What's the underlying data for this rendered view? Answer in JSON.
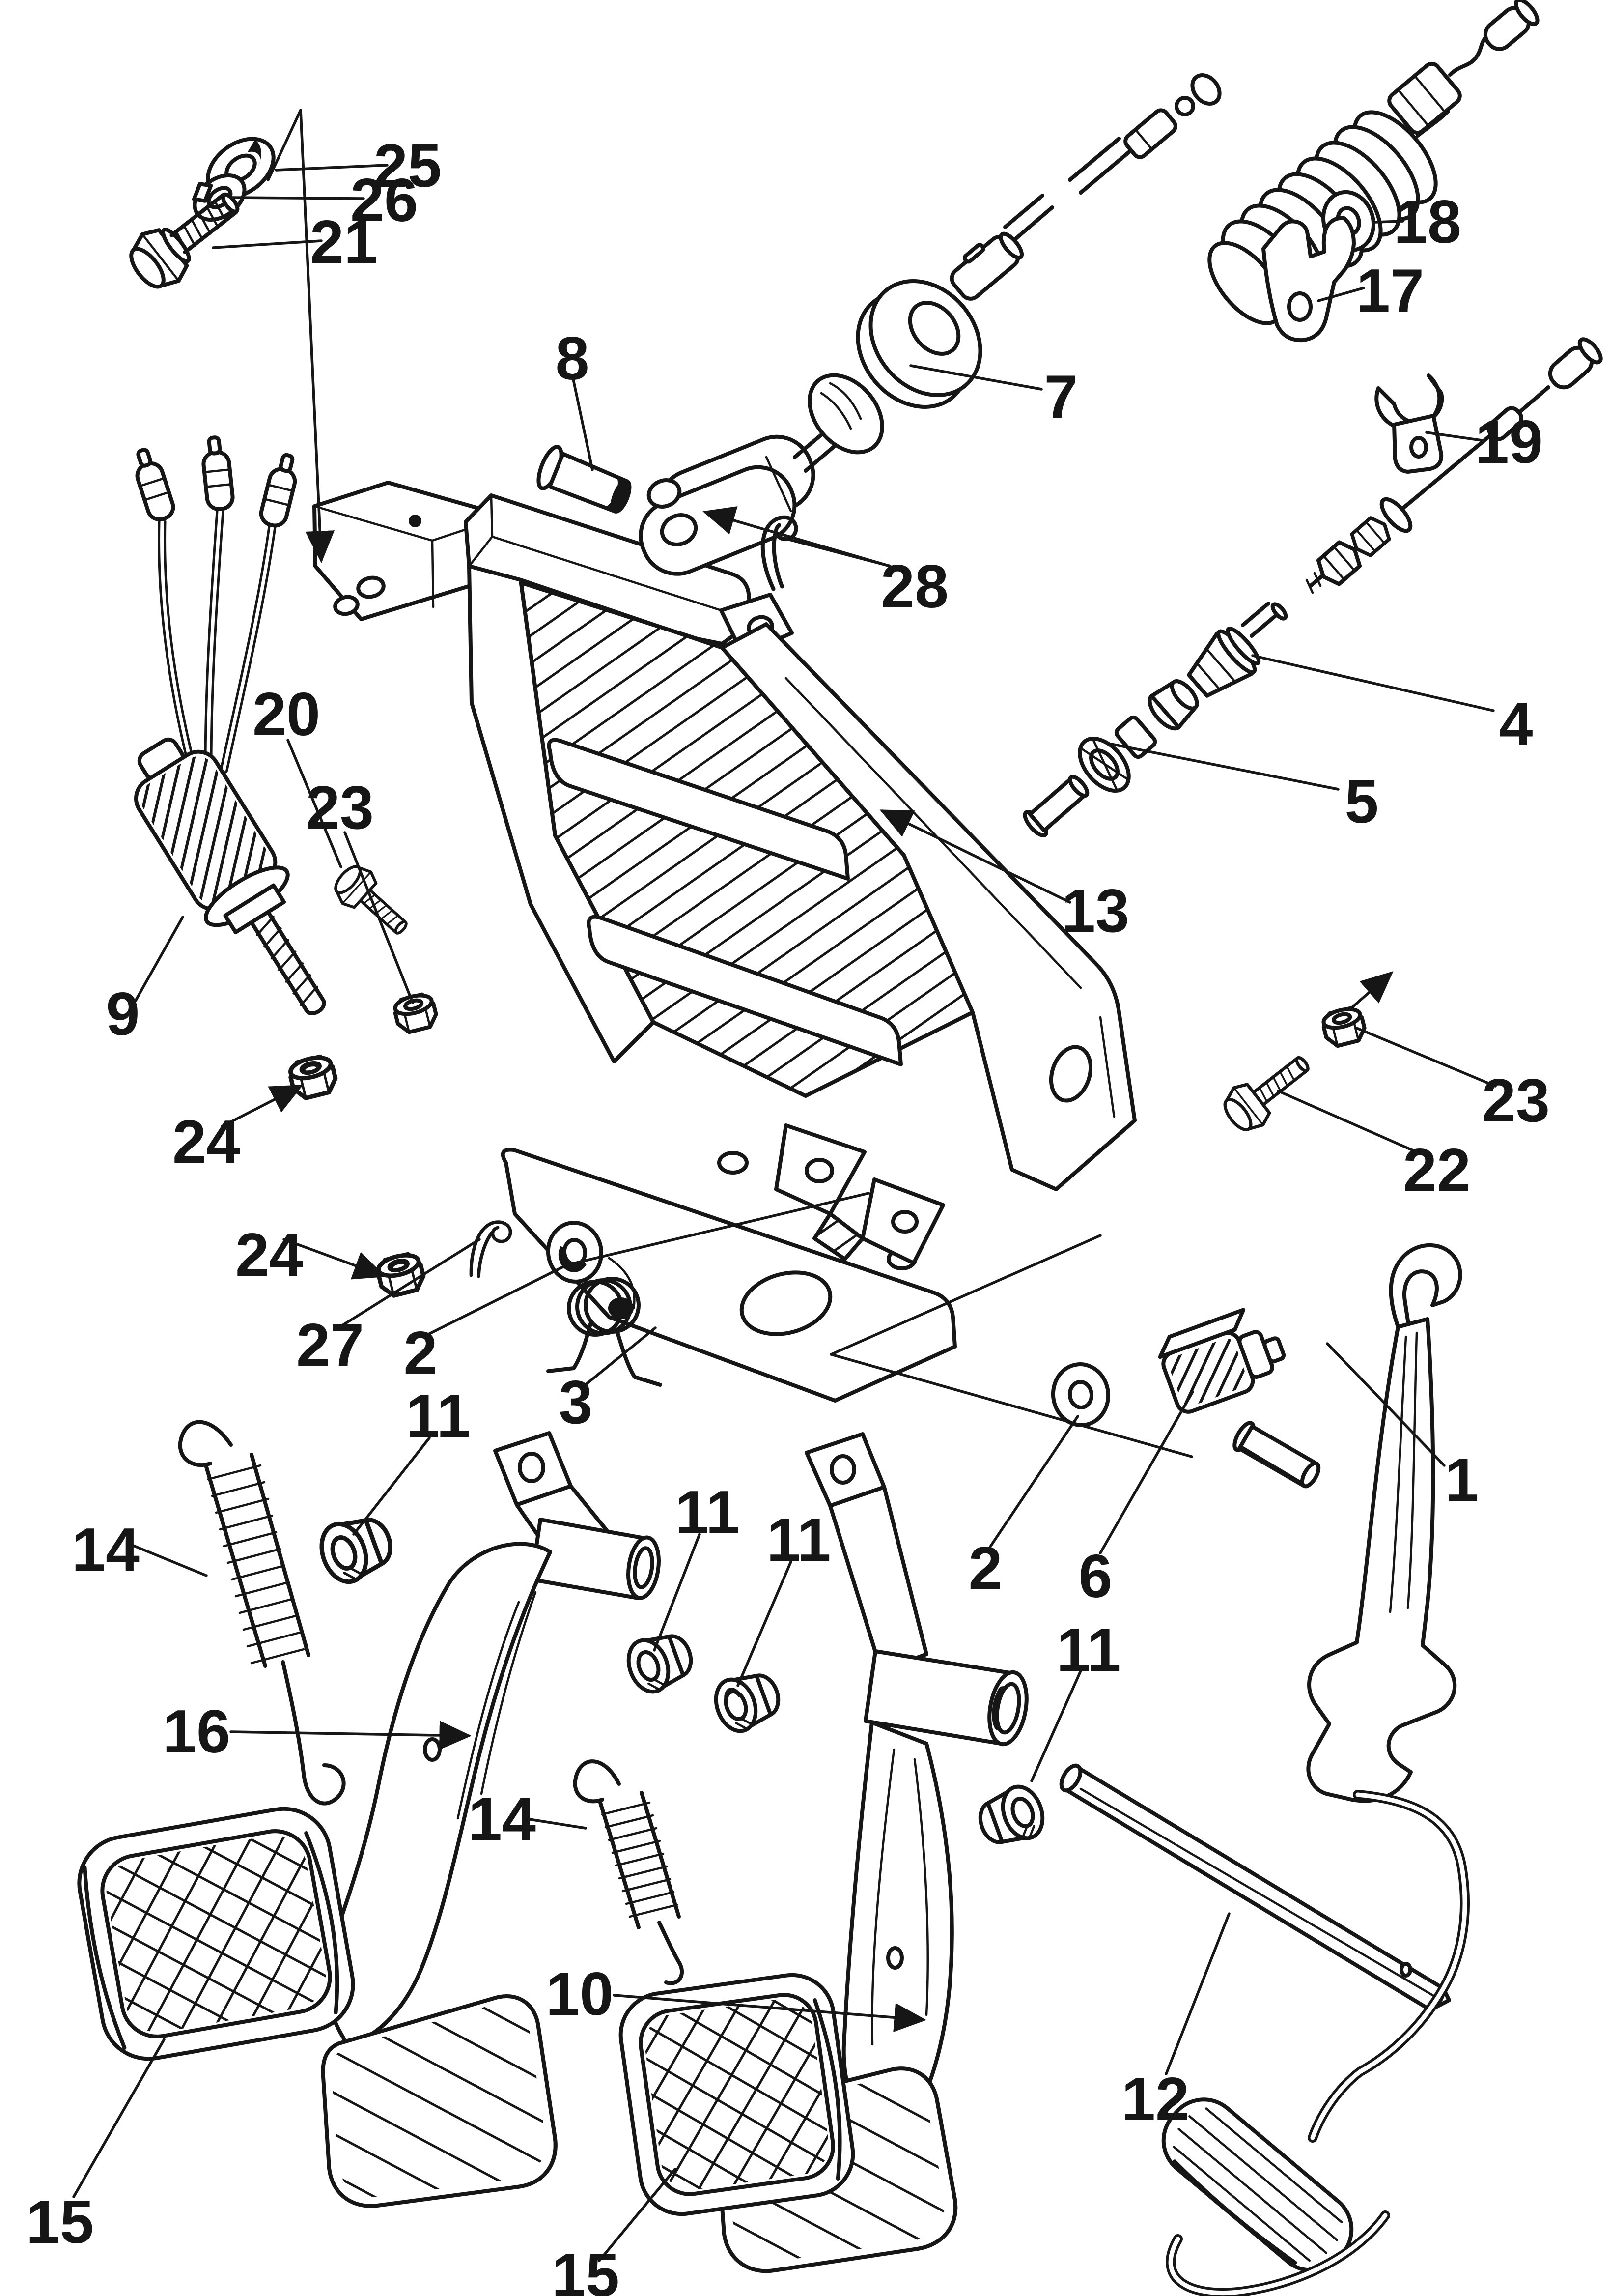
{
  "figure": {
    "background": "#ffffff",
    "ink": "#161616",
    "kind": "exploded-parts-diagram"
  },
  "callouts": [
    {
      "num": "25",
      "part": "flat-washer"
    },
    {
      "num": "26",
      "part": "lock-washer"
    },
    {
      "num": "21",
      "part": "hex-bolt"
    },
    {
      "num": "8",
      "part": "clevis-pin"
    },
    {
      "num": "7",
      "part": "clutch-cable"
    },
    {
      "num": "18",
      "part": "washer"
    },
    {
      "num": "17",
      "part": "cable-fork-clip"
    },
    {
      "num": "19",
      "part": "cable-hook-clip"
    },
    {
      "num": "4",
      "part": "accelerator-cable"
    },
    {
      "num": "5",
      "part": "grommet-washer"
    },
    {
      "num": "13",
      "part": "pedal-box-bracket"
    },
    {
      "num": "28",
      "part": "cotter-pin"
    },
    {
      "num": "20",
      "part": "bolt"
    },
    {
      "num": "23",
      "part": "nut-left"
    },
    {
      "num": "9",
      "part": "stop-light-switch"
    },
    {
      "num": "24",
      "part": "nut-upper"
    },
    {
      "num": "24",
      "part": "nut-lower"
    },
    {
      "num": "27",
      "part": "cotter-pin-small"
    },
    {
      "num": "2",
      "part": "washer-left"
    },
    {
      "num": "3",
      "part": "torsion-spring"
    },
    {
      "num": "22",
      "part": "bolt-right"
    },
    {
      "num": "23",
      "part": "nut-right"
    },
    {
      "num": "1",
      "part": "accelerator-pedal-arm"
    },
    {
      "num": "14",
      "part": "return-spring-left"
    },
    {
      "num": "11",
      "part": "bushing-a"
    },
    {
      "num": "11",
      "part": "bushing-b"
    },
    {
      "num": "11",
      "part": "bushing-c"
    },
    {
      "num": "2",
      "part": "washer-right"
    },
    {
      "num": "6",
      "part": "pivot-block"
    },
    {
      "num": "11",
      "part": "bushing-d"
    },
    {
      "num": "16",
      "part": "brake-pedal"
    },
    {
      "num": "14",
      "part": "return-spring-right"
    },
    {
      "num": "12",
      "part": "pivot-shaft"
    },
    {
      "num": "10",
      "part": "clutch-pedal"
    },
    {
      "num": "15",
      "part": "pedal-pad-left"
    },
    {
      "num": "15",
      "part": "pedal-pad-right"
    }
  ]
}
